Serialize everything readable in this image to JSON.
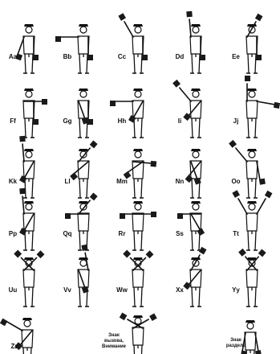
{
  "signals": [
    {
      "label": "Aa",
      "arms": [
        200,
        180
      ],
      "flags": [
        "left",
        "left"
      ]
    },
    {
      "label": "Bb",
      "arms": [
        270,
        180
      ],
      "flags": [
        "left",
        "left"
      ]
    },
    {
      "label": "Cc",
      "arms": [
        330,
        180
      ],
      "flags": [
        "up",
        "left"
      ]
    },
    {
      "label": "Dd",
      "arms": [
        355,
        180
      ],
      "flags": [
        "up",
        "left"
      ]
    },
    {
      "label": "Ee",
      "arms": [
        30,
        180
      ],
      "flags": [
        "up",
        "left"
      ]
    },
    {
      "label": "Ff",
      "arms": [
        90,
        180
      ],
      "flags": [
        "right",
        "left"
      ]
    },
    {
      "label": "Gg",
      "arms": [
        160,
        180
      ],
      "flags": [
        "right",
        "left"
      ]
    },
    {
      "label": "Hh",
      "arms": [
        270,
        210
      ],
      "flags": [
        "left",
        "right"
      ]
    },
    {
      "label": "Ii",
      "arms": [
        320,
        220
      ],
      "flags": [
        "up",
        "right"
      ]
    },
    {
      "label": "Jj",
      "arms": [
        0,
        100
      ],
      "flags": [
        "up",
        "right"
      ]
    },
    {
      "label": "Kk",
      "arms": [
        355,
        210
      ],
      "flags": [
        "up",
        "right"
      ]
    },
    {
      "label": "Ll",
      "arms": [
        40,
        230
      ],
      "flags": [
        "up",
        "left"
      ]
    },
    {
      "label": "Mm",
      "arms": [
        95,
        235
      ],
      "flags": [
        "right",
        "left"
      ]
    },
    {
      "label": "Nn",
      "arms": [
        160,
        220
      ],
      "flags": [
        "right",
        "left"
      ]
    },
    {
      "label": "Oo",
      "arms": [
        320,
        170
      ],
      "flags": [
        "up",
        "left"
      ]
    },
    {
      "label": "Pp",
      "arms": [
        355,
        210
      ],
      "flags": [
        "up",
        "right"
      ]
    },
    {
      "label": "Qq",
      "arms": [
        40,
        270
      ],
      "flags": [
        "up",
        "left"
      ]
    },
    {
      "label": "Rr",
      "arms": [
        90,
        270
      ],
      "flags": [
        "right",
        "left"
      ]
    },
    {
      "label": "Ss",
      "arms": [
        150,
        270
      ],
      "flags": [
        "right",
        "left"
      ]
    },
    {
      "label": "Tt",
      "arms": [
        330,
        30
      ],
      "flags": [
        "up",
        "up"
      ]
    },
    {
      "label": "Uu",
      "arms": [
        45,
        315
      ],
      "flags": [
        "up",
        "up"
      ]
    },
    {
      "label": "Vv",
      "arms": [
        160,
        350
      ],
      "flags": [
        "right",
        "up"
      ]
    },
    {
      "label": "Ww",
      "arms": [
        45,
        315
      ],
      "flags": [
        "up",
        "up"
      ]
    },
    {
      "label": "Xx",
      "arms": [
        30,
        220
      ],
      "flags": [
        "up",
        "right"
      ]
    },
    {
      "label": "Yy",
      "arms": [
        40,
        320
      ],
      "flags": [
        "up",
        "up"
      ]
    },
    {
      "label": "Zz",
      "arms": [
        300,
        220
      ],
      "flags": [
        "left",
        "right"
      ]
    },
    {
      "label": "Знак вызова, Внимание",
      "arms": [
        60,
        300
      ],
      "flags": [
        "up",
        "up"
      ]
    },
    {
      "label": "Знак раздела",
      "arms": [
        190,
        170
      ],
      "flags": [
        "left",
        "right"
      ]
    }
  ],
  "colors": {
    "ink": "#111111",
    "flag": "#1a1a1a",
    "paper": "#ffffff"
  }
}
